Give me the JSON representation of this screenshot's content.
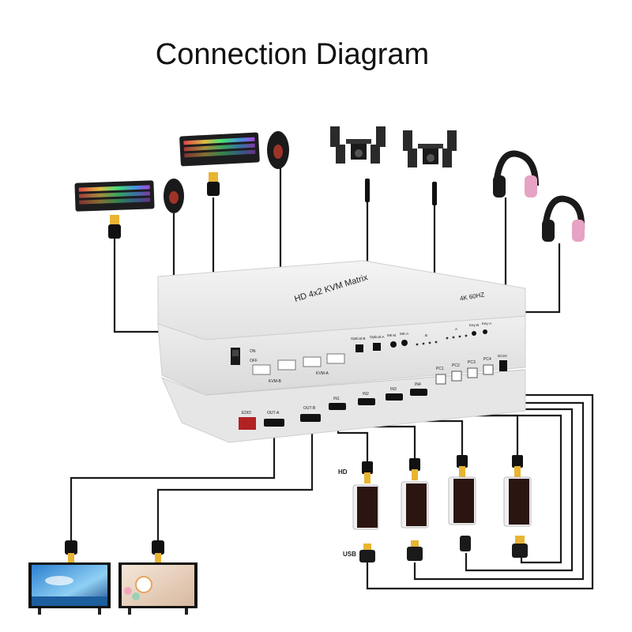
{
  "title": "Connection Diagram",
  "device": {
    "name": "HD 4x2 KVM Matrix",
    "resolution": "4K 60HZ",
    "power": {
      "on": "ON",
      "off": "OFF"
    },
    "ports_top": {
      "usb_b_label": "KVM-B",
      "usb_a_label": "KVM-A",
      "optical_b": "Optical-B",
      "optical_a": "Optical-A",
      "mic_b": "MK-B",
      "mic_a": "MK-A",
      "led_b": "B",
      "led_a": "A",
      "key_b": "Key-B",
      "key_a": "Key-A"
    },
    "ports_front": {
      "edid": "EDID",
      "out_a": "OUT-A",
      "out_b": "OUT-B",
      "in1": "IN1",
      "in2": "IN2",
      "in3": "IN3",
      "in4": "IN4",
      "pc1": "PC1",
      "pc2": "PC2",
      "pc3": "PC3",
      "pc4": "PC4",
      "dc": "DC5V"
    }
  },
  "cable_labels": {
    "hdmi": "HD",
    "usb": "USB"
  },
  "colors": {
    "device_body": "#e9e9e9",
    "device_edge": "#cfcfcf",
    "cable": "#1a1a1a",
    "hdmi_gold": "#e8b431"
  },
  "icons": [
    "keyboard-icon",
    "mouse-icon",
    "speaker-icon",
    "headphones-icon",
    "monitor-icon",
    "hdmi-plug-icon",
    "usb-plug-icon",
    "pc-adapter-icon"
  ]
}
